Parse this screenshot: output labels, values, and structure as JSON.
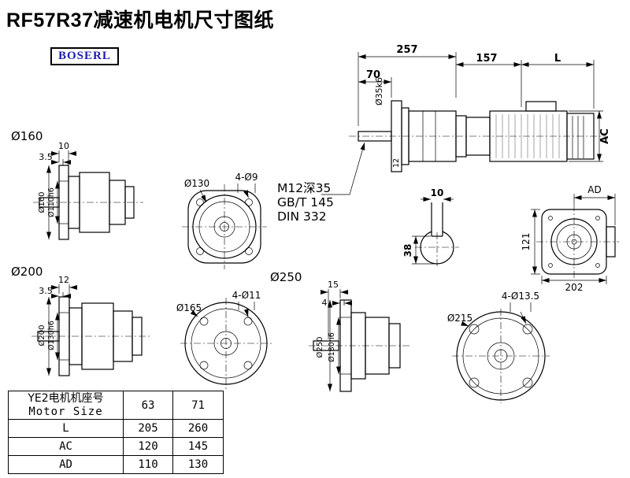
{
  "page": {
    "title": "RF57R37减速机电机尺寸图纸",
    "logo": "BOSERL"
  },
  "main_view": {
    "dim_total": "257",
    "dim_mid": "157",
    "dim_l": "L",
    "dim_shaft_len": "70",
    "shaft_dia": "Ø35k6",
    "dim_ac": "AC",
    "dim_flange": "12"
  },
  "thread_note": {
    "line1": "M12深35",
    "line2": "GB/T 145",
    "line3": "DIN 332"
  },
  "key_section": {
    "dim_width": "10",
    "dim_depth": "38"
  },
  "rear_view": {
    "dim_ad": "AD",
    "dim_height": "121",
    "dim_width": "202"
  },
  "flange160": {
    "label": "Ø160",
    "dim_a": "10",
    "dim_b": "3.5",
    "dia_outer": "Ø160",
    "dia_spigot": "Ø110h6"
  },
  "circle130": {
    "dia": "Ø130",
    "holes": "4-Ø9"
  },
  "flange200": {
    "label": "Ø200",
    "dim_a": "12",
    "dim_b": "3.5",
    "dia_outer": "Ø200",
    "dia_spigot": "Ø130h6"
  },
  "circle165": {
    "dia": "Ø165",
    "holes": "4-Ø11"
  },
  "flange250": {
    "label": "Ø250",
    "dim_a": "15",
    "dim_b": "4",
    "dia_outer": "Ø250",
    "dia_spigot": "Ø180h6"
  },
  "circle215": {
    "dia": "Ø215",
    "holes": "4-Ø13.5"
  },
  "table": {
    "header_cn": "YE2电机机座号",
    "header_en": "Motor Size",
    "frame_cols": [
      "63",
      "71"
    ],
    "rows": [
      {
        "name": "L",
        "v1": "205",
        "v2": "260"
      },
      {
        "name": "AC",
        "v1": "120",
        "v2": "145"
      },
      {
        "name": "AD",
        "v1": "110",
        "v2": "130"
      }
    ]
  }
}
